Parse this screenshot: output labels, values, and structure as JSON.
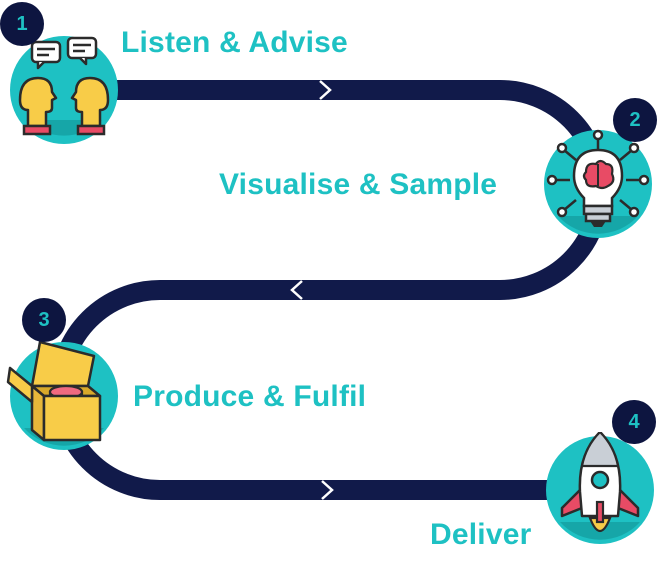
{
  "colors": {
    "track": "#111a4a",
    "accent": "#1ec1c3",
    "badge_bg": "#0d1540",
    "circle": "#1ec1c3",
    "circle_shadow": "#16a6a8"
  },
  "steps": [
    {
      "number": "1",
      "label": "Listen & Advise",
      "icon": "people-talking-icon"
    },
    {
      "number": "2",
      "label": "Visualise & Sample",
      "icon": "lightbulb-brain-icon"
    },
    {
      "number": "3",
      "label": "Produce & Fulfil",
      "icon": "open-box-icon"
    },
    {
      "number": "4",
      "label": "Deliver",
      "icon": "rocket-icon"
    }
  ]
}
